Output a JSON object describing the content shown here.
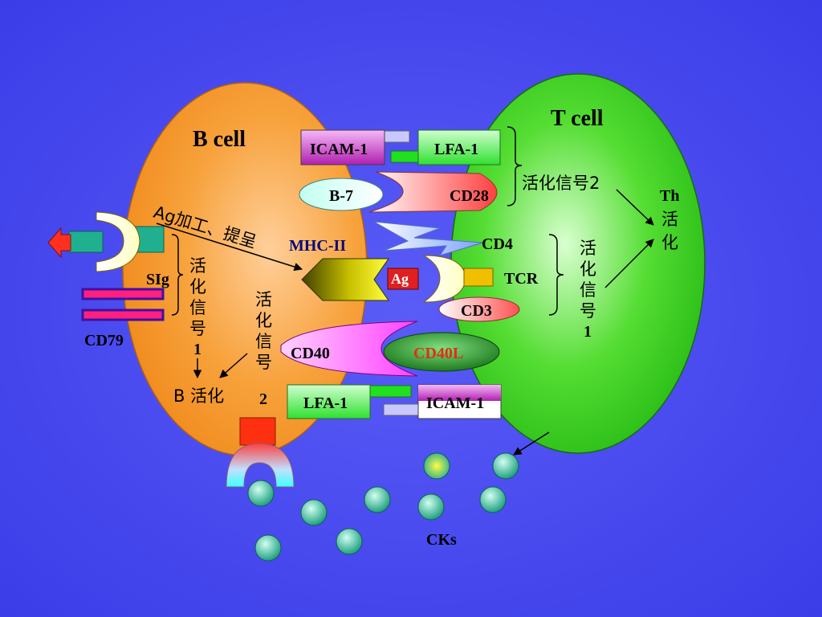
{
  "b_cell": {
    "title": "B cell"
  },
  "t_cell": {
    "title": "T cell"
  },
  "molecules": {
    "icam1_top": "ICAM-1",
    "lfa1_top": "LFA-1",
    "b7": "B-7",
    "cd28": "CD28",
    "mhc2": "MHC-II",
    "ag": "Ag",
    "cd4": "CD4",
    "tcr": "TCR",
    "cd3": "CD3",
    "cd40": "CD40",
    "cd40l": "CD40L",
    "lfa1_bottom": "LFA-1",
    "icam1_bottom": "ICAM-1",
    "sig": "SIg",
    "cd79": "CD79"
  },
  "annotations": {
    "ag_processing": "Ag加工、提呈",
    "signal2_t": "活化信号2",
    "signal1_t_chars": [
      "活",
      "化",
      "信",
      "号",
      "1"
    ],
    "th_activation_chars": [
      "Th",
      "活",
      "化"
    ],
    "signal1_b_chars": [
      "活",
      "化",
      "信",
      "号",
      "1"
    ],
    "signal2_b_chars": [
      "活",
      "化",
      "信",
      "号",
      "2"
    ],
    "b_activation": "B 活化",
    "cytokines": "CKs"
  },
  "colors": {
    "background": "#4a4cf0",
    "b_cell": "#f7a23c",
    "t_cell": "#33cc1f",
    "mhc": "#c8c000",
    "cd40l": "#2f9e2f",
    "cd40l_text": "#e03010",
    "cytokine": "#40c0a0"
  }
}
